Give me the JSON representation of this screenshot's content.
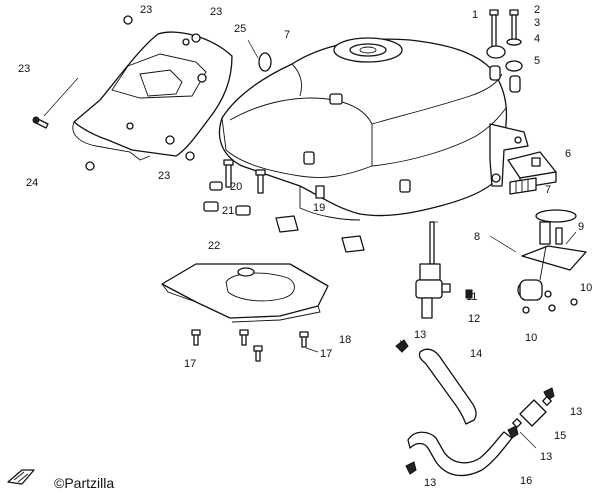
{
  "callouts": [
    {
      "text": "23"
    },
    {
      "text": "23"
    },
    {
      "text": "25"
    },
    {
      "text": "7"
    },
    {
      "text": "1"
    },
    {
      "text": "2"
    },
    {
      "text": "3"
    },
    {
      "text": "4"
    },
    {
      "text": "5"
    },
    {
      "text": "23"
    },
    {
      "text": "6"
    },
    {
      "text": "7"
    },
    {
      "text": "24"
    },
    {
      "text": "23"
    },
    {
      "text": "20"
    },
    {
      "text": "21"
    },
    {
      "text": "19"
    },
    {
      "text": "8"
    },
    {
      "text": "9"
    },
    {
      "text": "22"
    },
    {
      "text": "10"
    },
    {
      "text": "11"
    },
    {
      "text": "12"
    },
    {
      "text": "13"
    },
    {
      "text": "10"
    },
    {
      "text": "18"
    },
    {
      "text": "17"
    },
    {
      "text": "17"
    },
    {
      "text": "14"
    },
    {
      "text": "13"
    },
    {
      "text": "15"
    },
    {
      "text": "13"
    },
    {
      "text": "16"
    },
    {
      "text": "13"
    }
  ],
  "watermark": {
    "text": "©Partzilla"
  },
  "corner_icon": "book-icon"
}
